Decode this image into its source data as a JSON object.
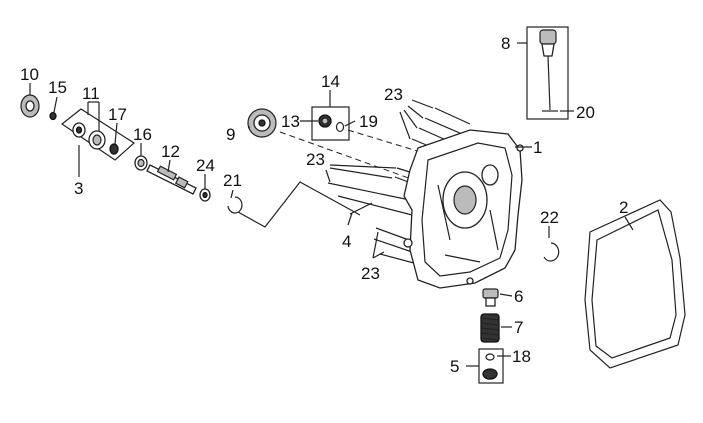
{
  "callouts": [
    "10",
    "15",
    "11",
    "17",
    "3",
    "16",
    "12",
    "24",
    "21",
    "9",
    "13",
    "14",
    "19",
    "23",
    "23",
    "4",
    "23",
    "1",
    "8",
    "20",
    "22",
    "2",
    "6",
    "7",
    "5",
    "18"
  ]
}
